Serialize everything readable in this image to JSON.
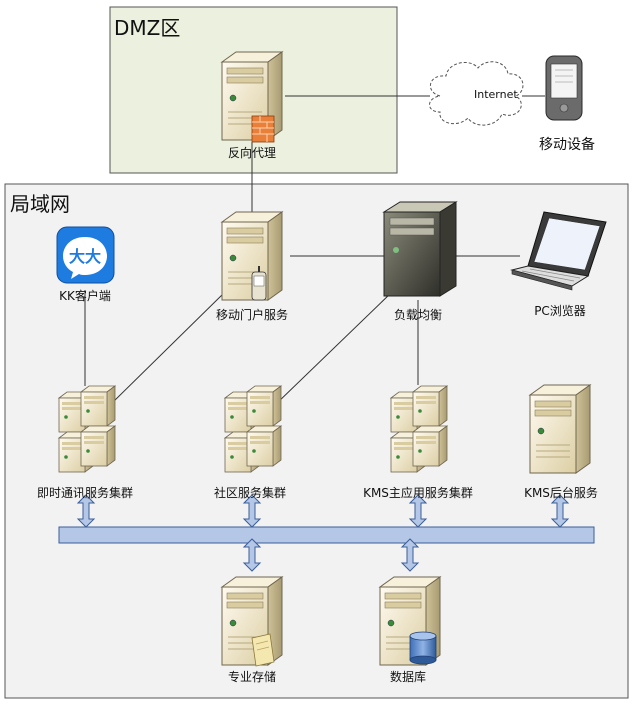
{
  "zones": {
    "dmz": "DMZ区",
    "lan": "局域网"
  },
  "cloud": "Internet",
  "nodes": {
    "mobile_device": "移动设备",
    "reverse_proxy": "反向代理",
    "kk_client": "KK客户端",
    "mobile_portal": "移动门户服务",
    "load_balancer": "负载均衡",
    "pc_browser": "PC浏览器",
    "im_cluster": "即时通讯服务集群",
    "community_cluster": "社区服务集群",
    "kms_main_cluster": "KMS主应用服务集群",
    "kms_backend": "KMS后台服务",
    "storage": "专业存储",
    "database": "数据库"
  },
  "colors": {
    "dmz_fill": "#ebf1de",
    "lan_fill": "#f2f2f2",
    "bus_fill": "#b4c7e7",
    "server_body": "#efe4c2",
    "kk_icon": "#1e7be0"
  },
  "icons": [
    "server-icon",
    "server-cluster-icon",
    "firewall-icon",
    "cloud-icon",
    "smartphone-icon",
    "laptop-icon",
    "kk-app-icon",
    "database-icon",
    "document-icon",
    "double-arrow-icon"
  ]
}
